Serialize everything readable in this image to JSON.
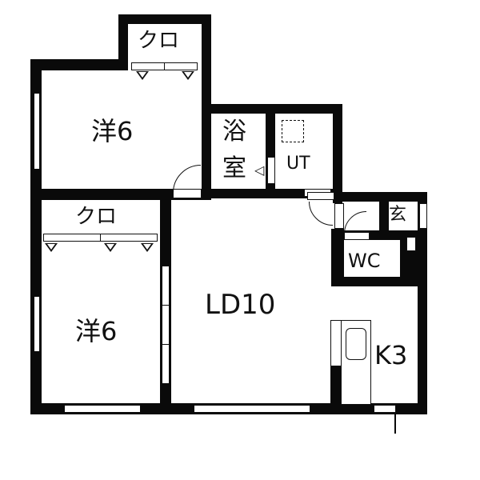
{
  "floor_plan": {
    "rooms": [
      {
        "id": "western-room-north",
        "label": "洋6"
      },
      {
        "id": "western-room-south",
        "label": "洋6"
      },
      {
        "id": "closet-north",
        "label": "クロ"
      },
      {
        "id": "closet-south",
        "label": "クロ"
      },
      {
        "id": "bathroom",
        "label": "浴\n室",
        "label_top": "浴",
        "label_bottom": "室"
      },
      {
        "id": "utility",
        "label": "UT"
      },
      {
        "id": "toilet",
        "label": "WC"
      },
      {
        "id": "entrance",
        "label": "玄"
      },
      {
        "id": "living-dining",
        "label": "LD10"
      },
      {
        "id": "kitchen",
        "label": "K3"
      }
    ],
    "colors": {
      "wall": "#0a0a0a",
      "background": "#ffffff"
    }
  }
}
